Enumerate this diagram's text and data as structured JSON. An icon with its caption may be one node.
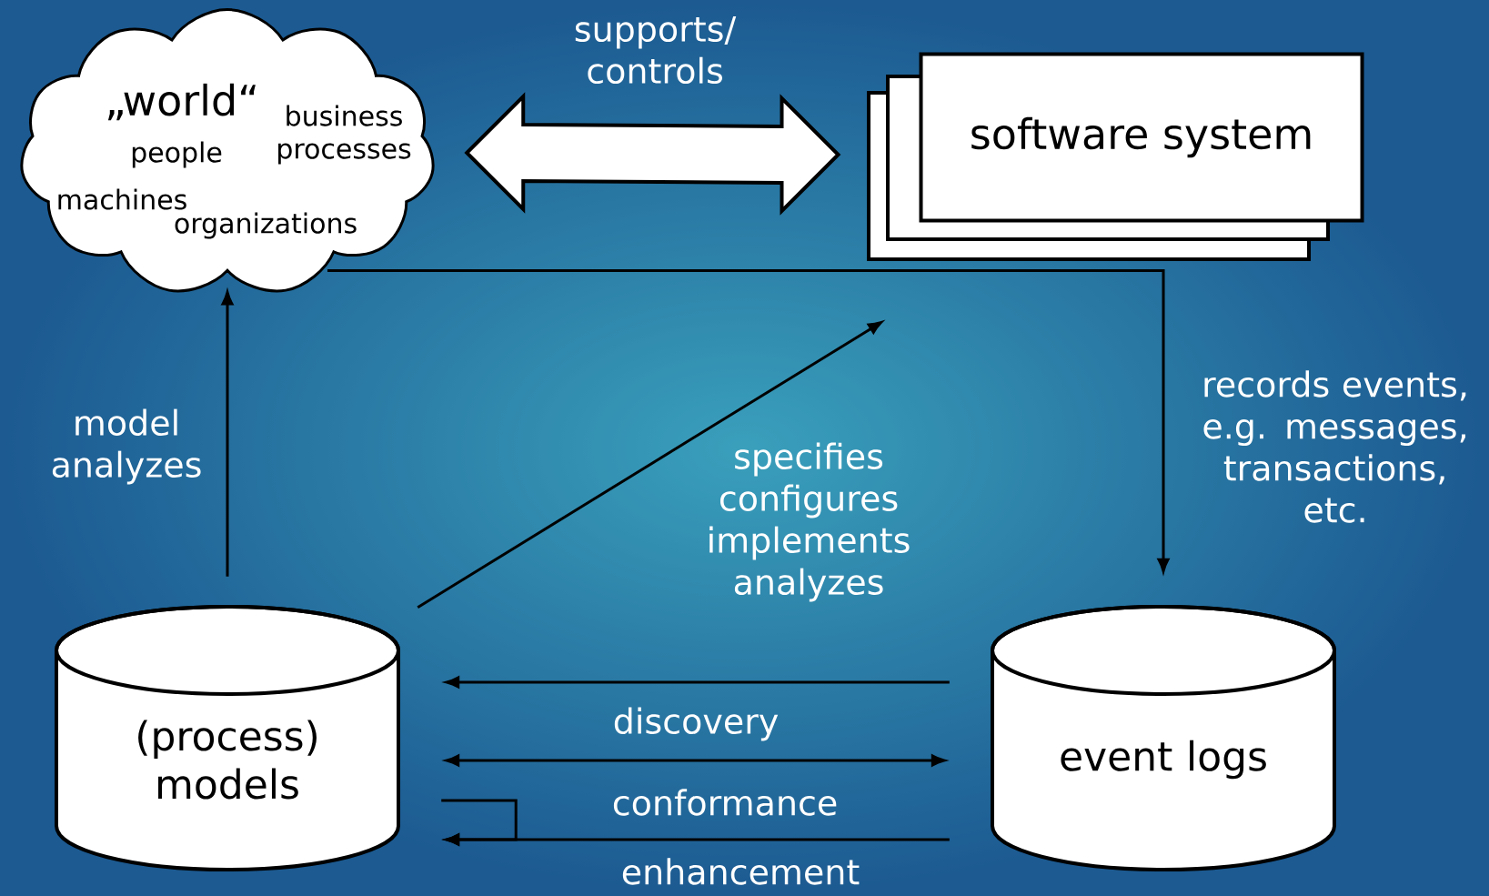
{
  "diagram": {
    "nodes": [
      {
        "text": [
          "„world“",
          "people",
          "business processes",
          "machines",
          "organizations"
        ]
      },
      {
        "text": [
          "software system"
        ]
      },
      {
        "text": [
          "(process) models"
        ]
      },
      {
        "text": [
          "event logs"
        ]
      }
    ],
    "edges": [
      {
        "from": 0,
        "to": 1,
        "arrow": "both",
        "label": "supports/ controls",
        "style": "thick"
      },
      {
        "from": 2,
        "to": 0,
        "arrow": "to",
        "label": "model analyzes"
      },
      {
        "from": 2,
        "to": 1,
        "arrow": "to",
        "label": "specifies configures implements analyzes"
      },
      {
        "from": 0,
        "to": 3,
        "arrow": "to",
        "label": "records events, e.g. messages, transactions, etc."
      },
      {
        "from": 3,
        "to": 2,
        "arrow": "to",
        "label": "discovery"
      },
      {
        "from": 2,
        "to": 3,
        "arrow": "both",
        "label": "conformance"
      },
      {
        "from": 3,
        "to": 2,
        "arrow": "to",
        "label": "enhancement"
      },
      {
        "from": 2,
        "to": 2,
        "arrow": "to"
      }
    ]
  }
}
